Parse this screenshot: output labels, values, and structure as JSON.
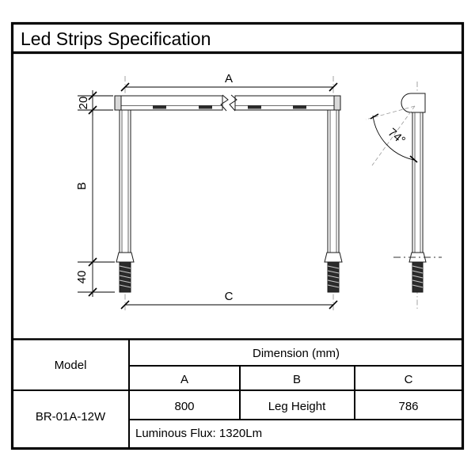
{
  "document": {
    "title": "Led Strips Specification",
    "background_color": "#ffffff",
    "line_color": "#000000"
  },
  "drawing": {
    "front_view": {
      "dimension_top_label": "A",
      "dimension_left_upper_label": "20",
      "dimension_left_middle_label": "B",
      "dimension_left_lower_label": "40",
      "dimension_bottom_label": "C",
      "break_symbol": "center-break",
      "led_module_count": 4,
      "leg_count": 2
    },
    "side_view": {
      "angle_label": "74",
      "angle_unit": "°",
      "angle_full_label": "74°"
    }
  },
  "table": {
    "model_header": "Model",
    "dimension_header": "Dimension (mm)",
    "columns": [
      "A",
      "B",
      "C"
    ],
    "model_value": "BR-01A-12W",
    "values": [
      "800",
      "Leg Height",
      "786"
    ],
    "luminous_flux": "Luminous Flux: 1320Lm"
  }
}
